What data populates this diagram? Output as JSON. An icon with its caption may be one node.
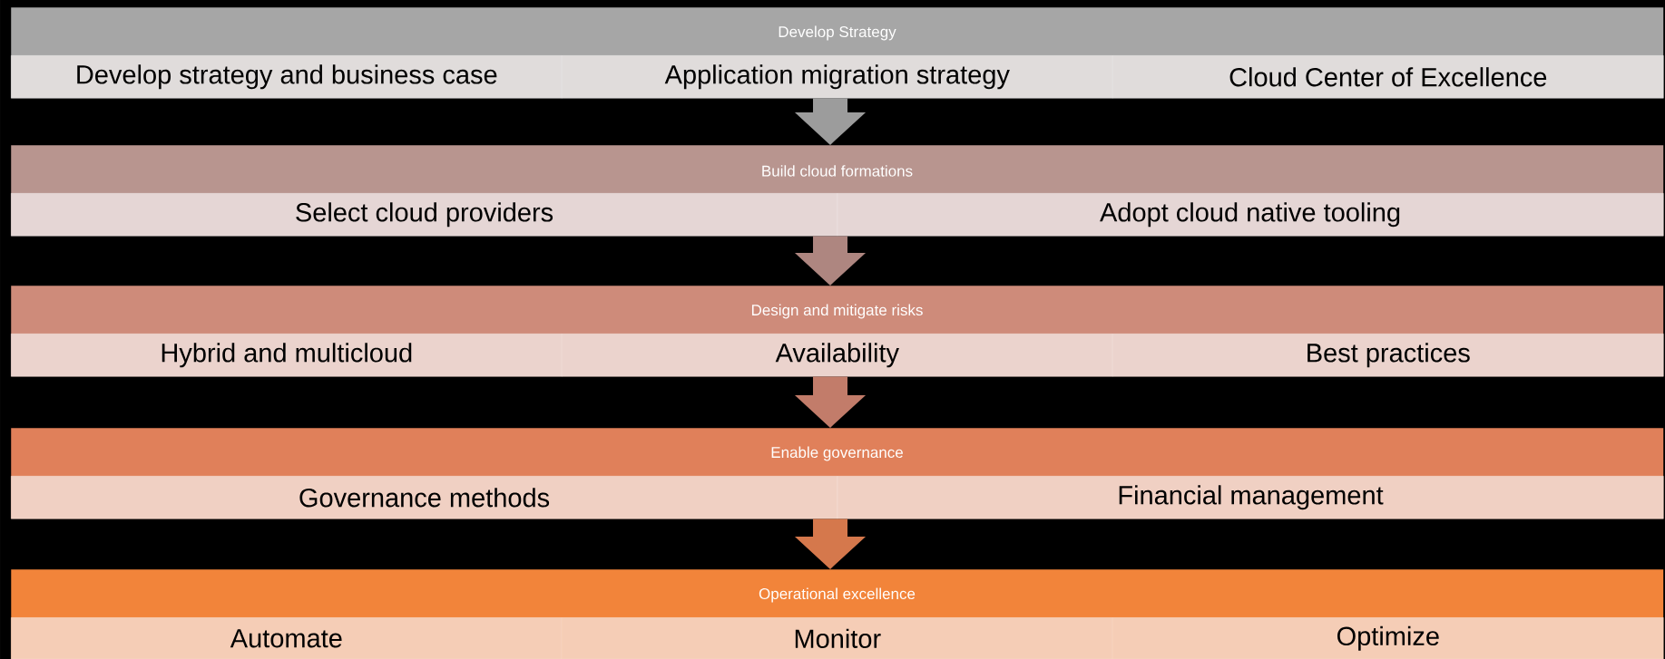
{
  "diagram": {
    "nodes": [
      {
        "text": [
          "Develop Strategy"
        ]
      },
      {
        "text": [
          "Develop strategy and business case"
        ],
        "in": 0
      },
      {
        "text": [
          "Application migration strategy"
        ],
        "in": 0
      },
      {
        "text": [
          "Cloud Center of Excellence"
        ],
        "in": 0
      },
      {
        "text": [
          "Build cloud formations"
        ]
      },
      {
        "text": [
          "Select cloud providers"
        ],
        "in": 4
      },
      {
        "text": [
          "Adopt cloud native tooling"
        ],
        "in": 4
      },
      {
        "text": [
          "Design and mitigate risks"
        ]
      },
      {
        "text": [
          "Hybrid and multicloud"
        ],
        "in": 7
      },
      {
        "text": [
          "Availability"
        ],
        "in": 7
      },
      {
        "text": [
          "Best practices"
        ],
        "in": 7
      },
      {
        "text": [
          "Enable governance"
        ]
      },
      {
        "text": [
          "Governance methods"
        ],
        "in": 11
      },
      {
        "text": [
          "Financial management"
        ],
        "in": 11
      },
      {
        "text": [
          "Operational excellence"
        ]
      },
      {
        "text": [
          "Automate"
        ],
        "in": 14
      },
      {
        "text": [
          "Monitor"
        ],
        "in": 14
      },
      {
        "text": [
          "Optimize"
        ],
        "in": 14
      }
    ],
    "edges": [
      {
        "from": 0,
        "to": 4,
        "arrow": "to"
      },
      {
        "from": 4,
        "to": 7,
        "arrow": "to"
      },
      {
        "from": 7,
        "to": 11,
        "arrow": "to"
      },
      {
        "from": 11,
        "to": 14,
        "arrow": "to"
      }
    ]
  }
}
